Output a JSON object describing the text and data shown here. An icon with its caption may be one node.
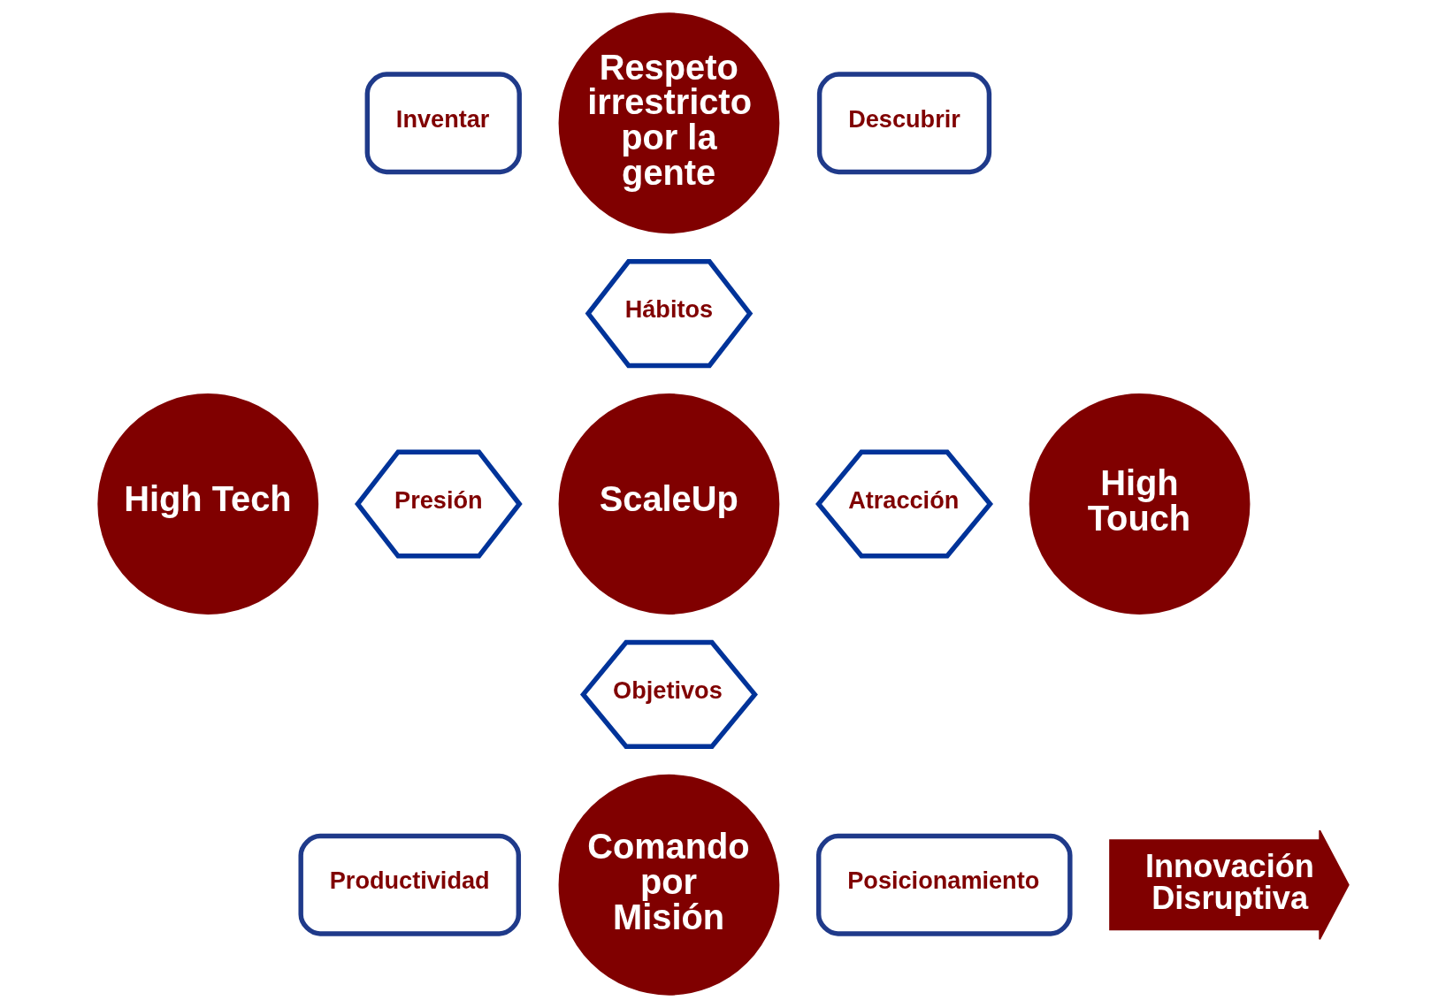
{
  "diagram": {
    "nodes": [
      {
        "text": [
          "Inventar"
        ]
      },
      {
        "text": [
          "Respeto irrestricto por la gente"
        ]
      },
      {
        "text": [
          "Descubrir"
        ]
      },
      {
        "text": [
          "Hábitos"
        ]
      },
      {
        "text": [
          "High Tech"
        ]
      },
      {
        "text": [
          "Presión"
        ]
      },
      {
        "text": [
          "ScaleUp"
        ]
      },
      {
        "text": [
          "Atracción"
        ]
      },
      {
        "text": [
          "High Touch"
        ]
      },
      {
        "text": [
          "Objetivos"
        ]
      },
      {
        "text": [
          "Productividad"
        ]
      },
      {
        "text": [
          "Comando por Misión"
        ]
      },
      {
        "text": [
          "Posicionamiento"
        ]
      },
      {
        "text": [
          "Innovación Disruptiva"
        ]
      }
    ],
    "edges": []
  }
}
